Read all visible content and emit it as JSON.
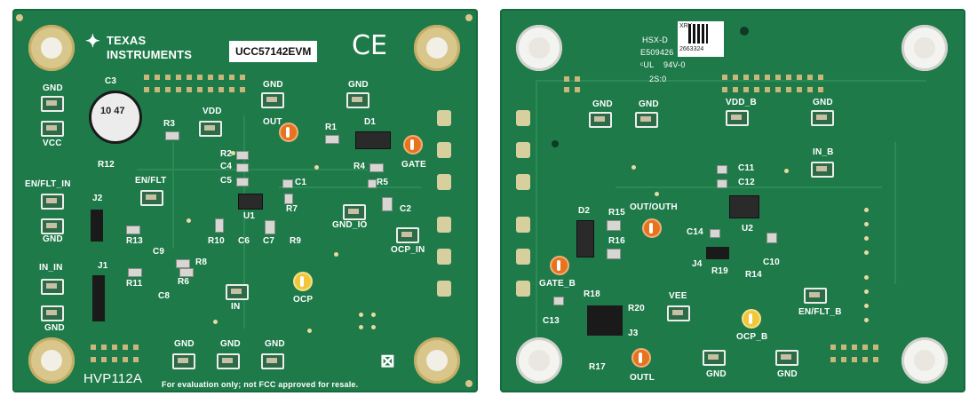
{
  "boardA": {
    "brand_line1": "TEXAS",
    "brand_line2": "INSTRUMENTS",
    "evm_name": "UCC57142EVM",
    "ce_mark": "CE",
    "part_code": "HVP112A",
    "disclaimer": "For evaluation only; not FCC approved for resale.",
    "cap_marking": "10 47",
    "labels": {
      "gnd_tl": "GND",
      "c3": "C3",
      "vcc": "VCC",
      "r3": "R3",
      "vdd": "VDD",
      "gnd_tm1": "GND",
      "gnd_tm2": "GND",
      "out": "OUT",
      "r1": "R1",
      "d1": "D1",
      "r2": "R2",
      "c4": "C4",
      "c5": "C5",
      "r4": "R4",
      "gate": "GATE",
      "r12": "R12",
      "en_flt_in": "EN/FLT_IN",
      "en_flt": "EN/FLT",
      "r5": "R5",
      "c1": "C1",
      "j2": "J2",
      "r7": "R7",
      "u1": "U1",
      "c2": "C2",
      "gnd_io": "GND_IO",
      "gnd_ml": "GND",
      "r13": "R13",
      "r10": "R10",
      "c6": "C6",
      "c7": "C7",
      "r9": "R9",
      "ocp_in": "OCP_IN",
      "c9": "C9",
      "j1": "J1",
      "r8": "R8",
      "in_in": "IN_IN",
      "r11": "R11",
      "r6": "R6",
      "ocp": "OCP",
      "c8": "C8",
      "in": "IN",
      "gnd_ll": "GND",
      "gnd_b1": "GND",
      "gnd_b2": "GND",
      "gnd_b3": "GND"
    }
  },
  "boardB": {
    "hsx": "HSX-D",
    "e_number": "E509426",
    "ul_rating": "94V-0",
    "date_code": "2S:0",
    "qr_text1": "XRY",
    "qr_text2": "2663324",
    "labels": {
      "gnd1": "GND",
      "gnd2": "GND",
      "vdd_b": "VDD_B",
      "gnd3": "GND",
      "c11": "C11",
      "c12": "C12",
      "in_b": "IN_B",
      "d2": "D2",
      "r15": "R15",
      "out_outh": "OUT/OUTH",
      "c14": "C14",
      "u2": "U2",
      "r16": "R16",
      "c10": "C10",
      "j4": "J4",
      "r19": "R19",
      "r14": "R14",
      "gate_b": "GATE_B",
      "r18": "R18",
      "vee": "VEE",
      "en_flt_b": "EN/FLT_B",
      "c13": "C13",
      "r20": "R20",
      "j3": "J3",
      "ocp_b": "OCP_B",
      "r17": "R17",
      "outl": "OUTL",
      "gnd4": "GND",
      "gnd5": "GND"
    }
  },
  "colors": {
    "pcb": "#1f7a4a",
    "silk": "#ffffff",
    "pad": "#d9c68a",
    "tp_orange": "#e8731f",
    "tp_yellow": "#f0c73a"
  }
}
